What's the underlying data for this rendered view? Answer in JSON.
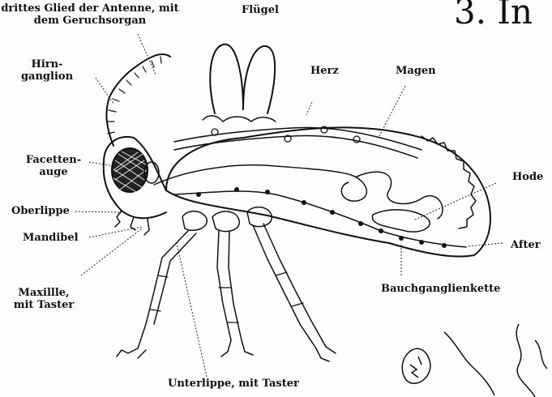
{
  "heading": "3. In",
  "labels": {
    "antenna": "drittes Glied der Antenne, mit",
    "antenna_line2": "dem Geruchsorgan",
    "wings": "Flügel",
    "brain": "Hirn-",
    "brain_line2": "ganglion",
    "heart": "Herz",
    "stomach": "Magen",
    "eye": "Facetten-",
    "eye_line2": "auge",
    "upper_lip": "Oberlippe",
    "mandible": "Mandibel",
    "testis": "Hode",
    "anus": "After",
    "maxilla": "Maxillle,",
    "maxilla_line2": "mit Taster",
    "nerve_cord": "Bauchganglienkette",
    "labium": "Unterlippe, mit Taster"
  }
}
